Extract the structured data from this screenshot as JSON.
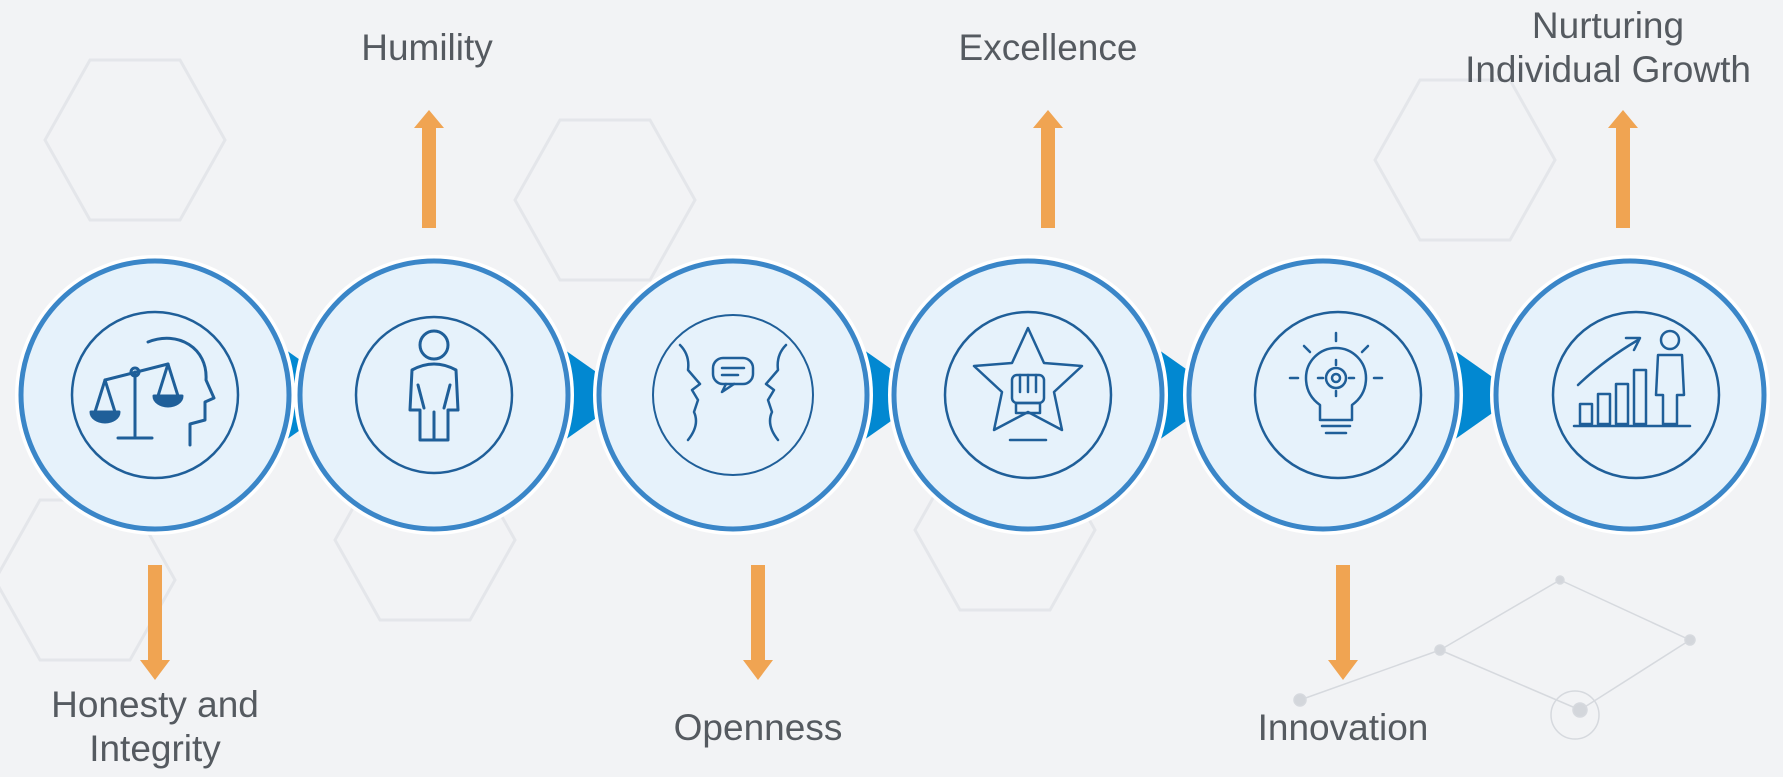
{
  "values": [
    {
      "label": "Honesty and\nIntegrity",
      "icon": "scales-head-icon"
    },
    {
      "label": "Humility",
      "icon": "bowing-person-icon"
    },
    {
      "label": "Openness",
      "icon": "dialogue-faces-icon"
    },
    {
      "label": "Excellence",
      "icon": "star-fist-icon"
    },
    {
      "label": "Innovation",
      "icon": "lightbulb-gear-icon"
    },
    {
      "label": "Nurturing\nIndividual Growth",
      "icon": "growth-chart-person-icon"
    }
  ],
  "colors": {
    "circle_fill": "#e6f2fb",
    "circle_border": "#3a86c8",
    "pointer": "#0288d1",
    "icon_stroke": "#1f5f99",
    "arrow": "#f0a452",
    "text": "#555a60"
  }
}
